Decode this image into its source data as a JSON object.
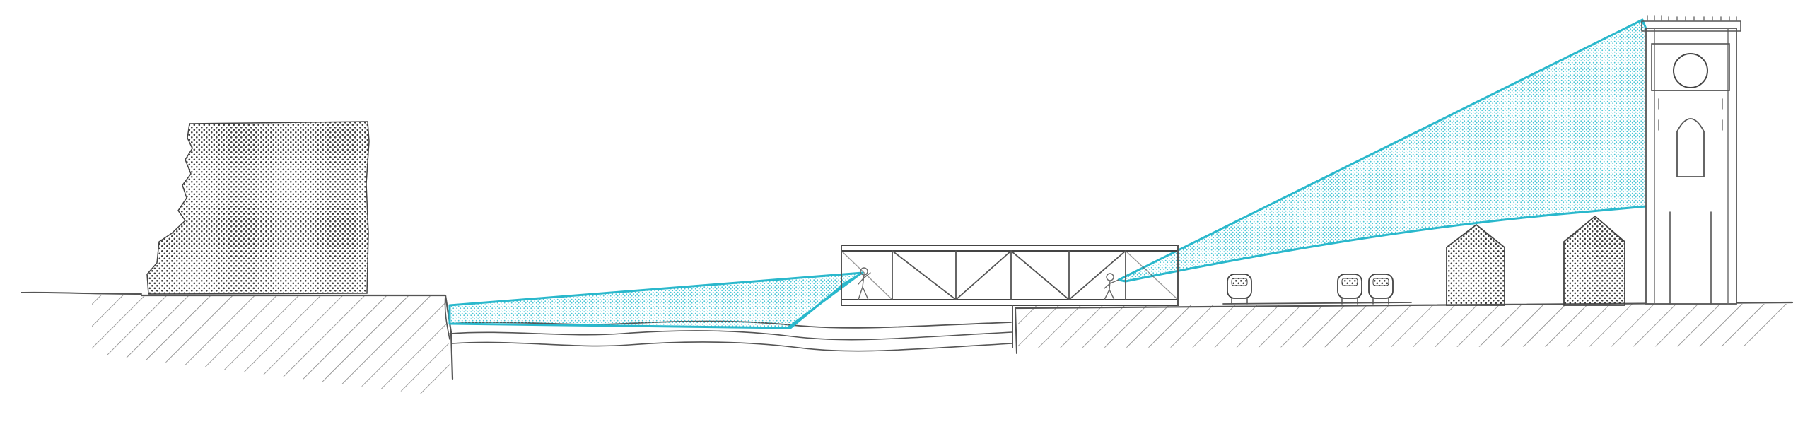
{
  "colors": {
    "sightline": "#2ab8cc",
    "sightline_fill_dots": "#34bfd1",
    "ink": "#555555",
    "stipple": "#3d3d3d",
    "background": "#ffffff"
  },
  "icons": [
    "block-building",
    "river-water",
    "truss-footbridge",
    "pedestrian-figure",
    "car-front",
    "pitched-house",
    "clock-tower",
    "view-cone"
  ]
}
